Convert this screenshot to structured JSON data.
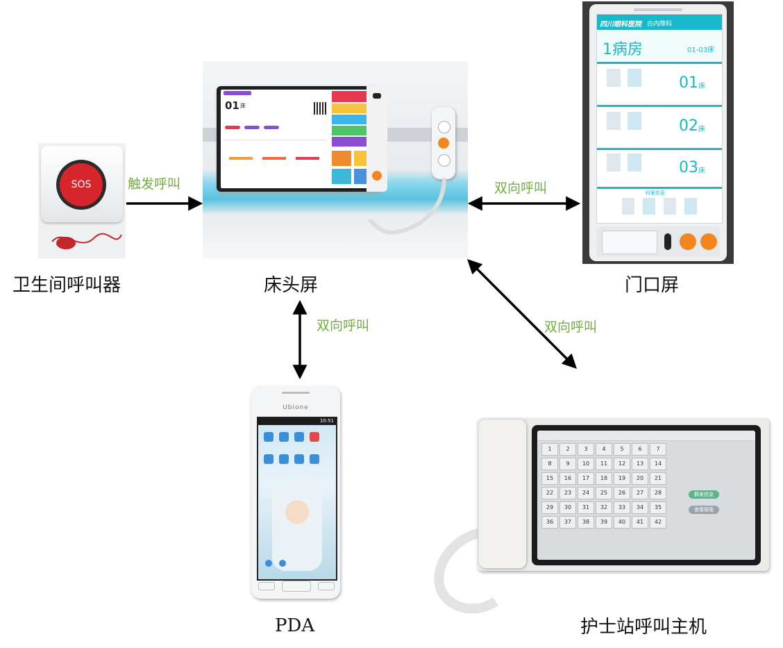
{
  "nodes": {
    "sos_caller": {
      "label": "卫生间呼叫器",
      "button_text": "SOS"
    },
    "bedside": {
      "label": "床头屏",
      "bed_no": "01",
      "bed_unit": "床"
    },
    "door": {
      "label": "门口屏",
      "hospital": "四川眼科医院",
      "dept": "白内障科",
      "room": "1病房",
      "range": "01-03床",
      "beds": [
        "01",
        "02",
        "03"
      ],
      "bed_unit": "床",
      "staff_title": "科室信息"
    },
    "pda": {
      "label": "PDA",
      "brand": "Ubione",
      "time": "10:51"
    },
    "nurse_station": {
      "label": "护士站呼叫主机",
      "numbers": [
        1,
        2,
        3,
        4,
        5,
        6,
        7,
        8,
        9,
        10,
        11,
        12,
        13,
        14,
        15,
        16,
        17,
        18,
        19,
        20,
        21,
        22,
        23,
        24,
        25,
        26,
        27,
        28,
        29,
        30,
        31,
        32,
        33,
        34,
        35,
        36,
        37,
        38,
        39,
        40,
        41,
        42
      ],
      "btn_broadcast": "群发信息",
      "btn_view": "查看探视"
    }
  },
  "edges": {
    "trigger": "触发呼叫",
    "bidir_door": "双向呼叫",
    "bidir_pda": "双向呼叫",
    "bidir_nurse": "双向呼叫"
  },
  "colors": {
    "edge_label": "#6fae3b",
    "arrow": "#000000",
    "sos_red": "#d7262b",
    "door_teal": "#17b8c9"
  }
}
